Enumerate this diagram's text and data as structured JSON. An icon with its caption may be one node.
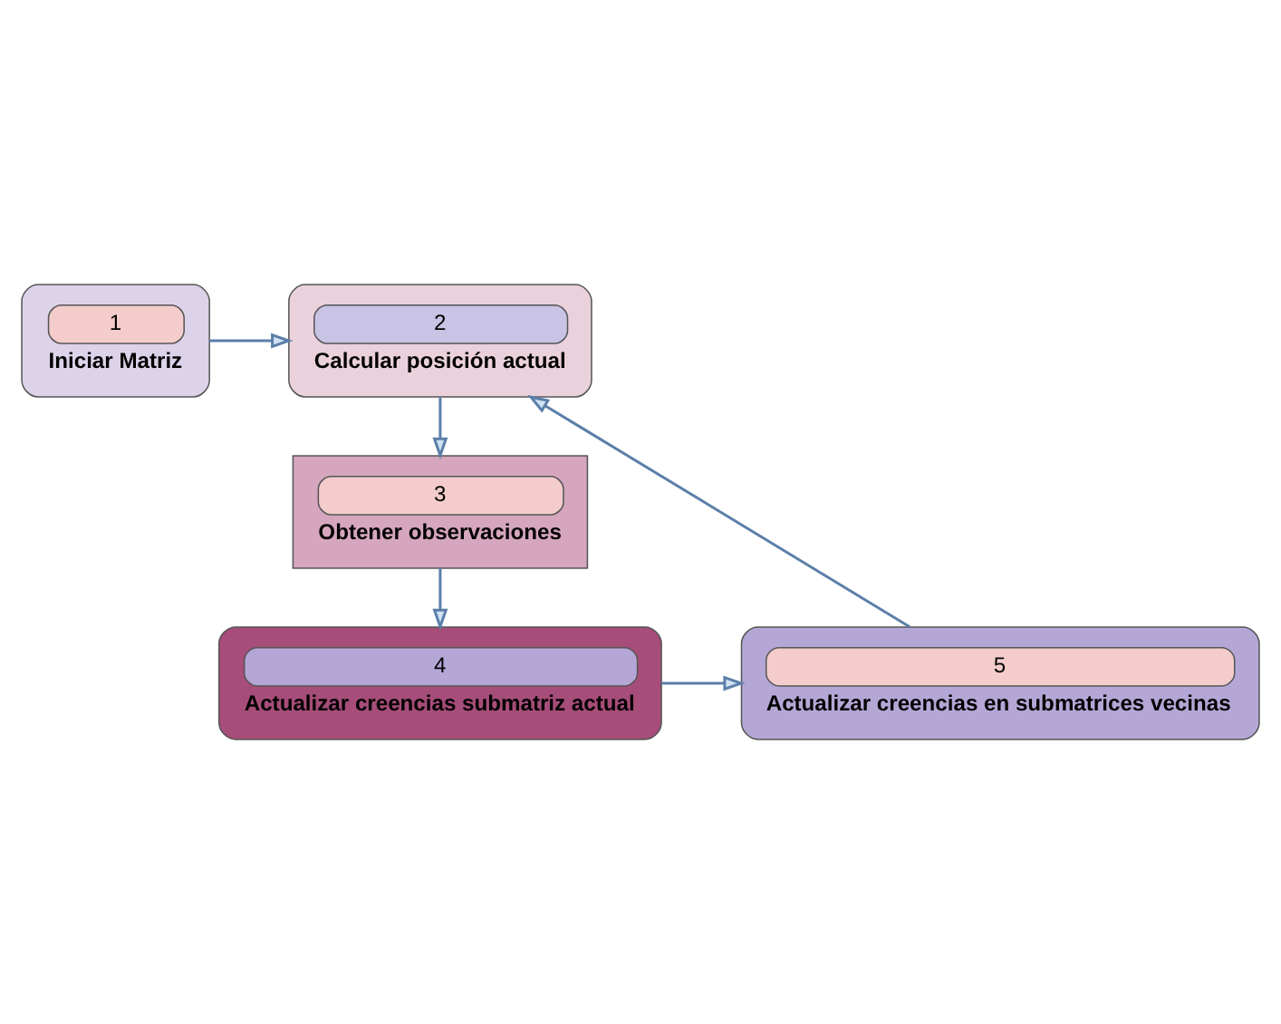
{
  "diagram": {
    "nodes": [
      {
        "text": [
          "1",
          "Iniciar Matriz"
        ]
      },
      {
        "text": [
          "2",
          "Calcular posición actual"
        ]
      },
      {
        "text": [
          "3",
          "Obtener observaciones"
        ]
      },
      {
        "text": [
          "4",
          "Actualizar creencias submatriz actual"
        ]
      },
      {
        "text": [
          "5",
          "Actualizar creencias en submatrices vecinas"
        ]
      }
    ],
    "edges": [
      {
        "from": 0,
        "to": 1,
        "arrow": "to"
      },
      {
        "from": 1,
        "to": 2,
        "arrow": "to"
      },
      {
        "from": 2,
        "to": 3,
        "arrow": "to"
      },
      {
        "from": 3,
        "to": 4,
        "arrow": "to"
      },
      {
        "from": 4,
        "to": 1,
        "arrow": "to"
      }
    ]
  }
}
